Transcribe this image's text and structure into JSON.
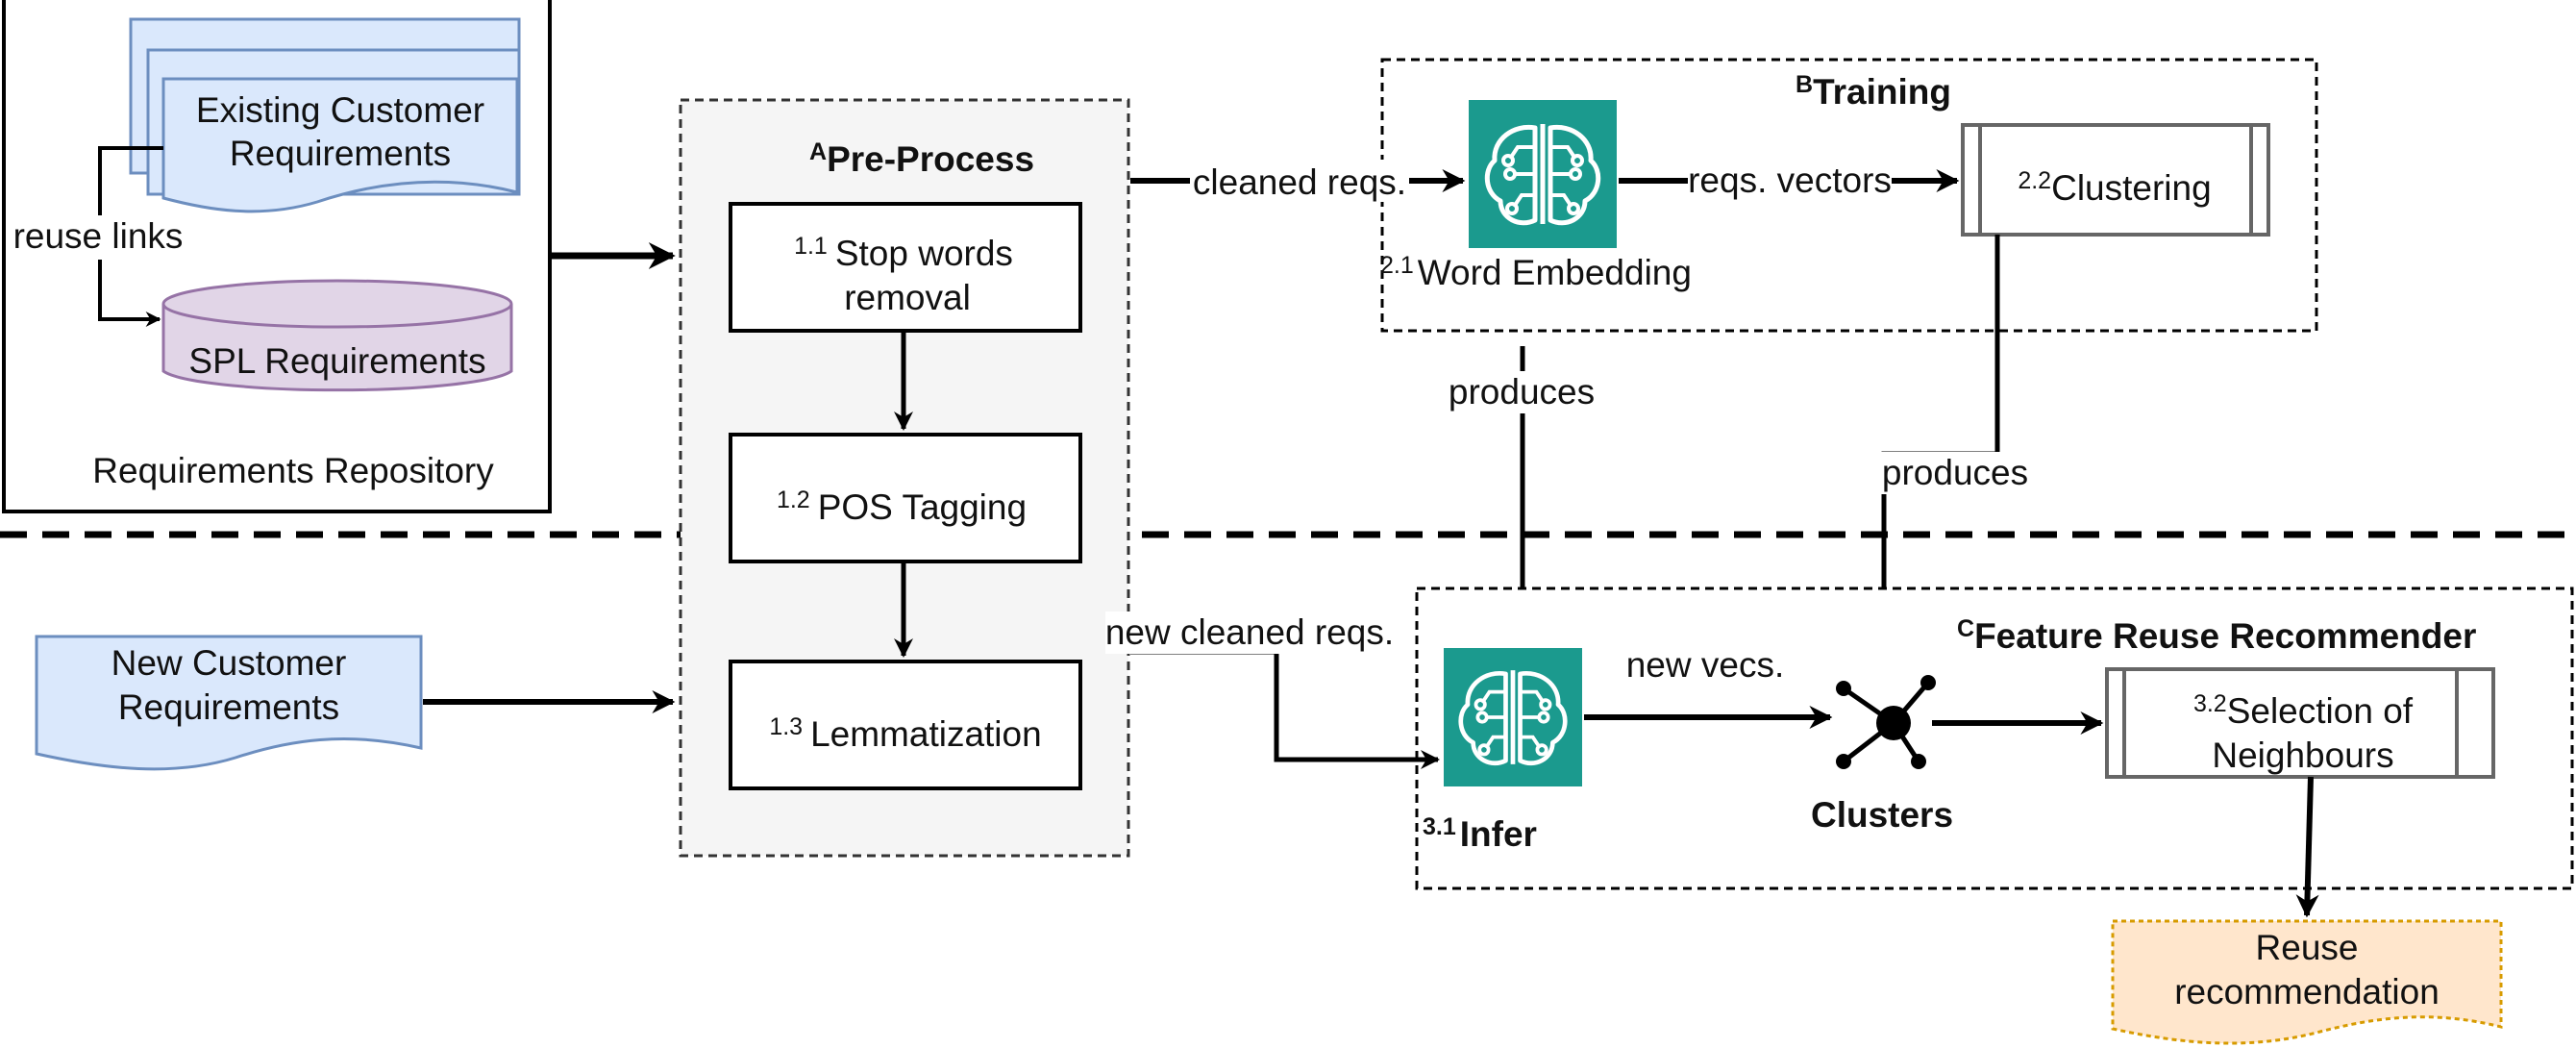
{
  "repository": {
    "title": "Requirements Repository",
    "doc_existing": [
      "Existing Customer",
      "Requirements"
    ],
    "db_spl": "SPL Requirements",
    "reuse_links": "reuse links"
  },
  "preprocess": {
    "letter": "A",
    "title": "Pre-Process",
    "steps": [
      {
        "num": "1.1",
        "lines": [
          "Stop words",
          "removal"
        ]
      },
      {
        "num": "1.2",
        "lines": [
          "POS Tagging"
        ]
      },
      {
        "num": "1.3",
        "lines": [
          "Lemmatization"
        ]
      }
    ]
  },
  "training": {
    "letter": "B",
    "title": "Training",
    "embedding_num": "2.1",
    "embedding_label": "Word Embedding",
    "clustering_num": "2.2",
    "clustering_label": "Clustering"
  },
  "recommender": {
    "letter": "C",
    "title": "Feature Reuse Recommender",
    "infer_num": "3.1",
    "infer_label": "Infer",
    "clusters_label": "Clusters",
    "selection_num": "3.2",
    "selection_lines": [
      "Selection of",
      "Neighbours"
    ]
  },
  "new_requirements": [
    "New Customer",
    "Requirements"
  ],
  "output": [
    "Reuse",
    "recommendation"
  ],
  "edges": {
    "cleaned_reqs": "cleaned reqs.",
    "reqs_vectors": "reqs. vectors",
    "produces_left": "produces",
    "produces_right": "produces",
    "new_cleaned_reqs": "new cleaned reqs.",
    "new_vecs": "new vecs."
  },
  "colors": {
    "doc_fill": "#dae8fc",
    "doc_stroke": "#6c8ebf",
    "db_fill": "#e1d5e7",
    "db_stroke": "#9673a6",
    "brain_fill": "#1b9a8e",
    "process_fill": "#f5f5f5",
    "output_fill": "#ffe6cc",
    "output_stroke": "#d79b00",
    "module_stroke": "#666666"
  }
}
